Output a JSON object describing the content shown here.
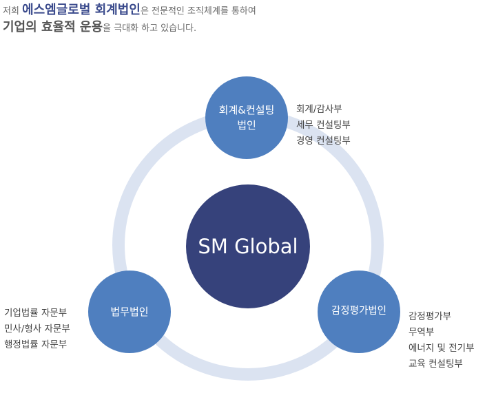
{
  "intro": {
    "line1_prefix": "저희 ",
    "line1_highlight": "에스엠글로벌 회계법인",
    "line1_suffix": "은 전문적인 조직체계를 통하여",
    "line2_highlight": "기업의 효율적 운용",
    "line2_suffix": "을 극대화 하고 있습니다."
  },
  "diagram": {
    "center_label": "SM Global",
    "nodes": {
      "top": {
        "label_line1": "회계&컨설팅",
        "label_line2": "법인",
        "departments": [
          "회계/감사부",
          "세무 컨설팅부",
          "경영 컨설팅부"
        ]
      },
      "left": {
        "label_line1": "법무법인",
        "departments": [
          "기업법률 자문부",
          "민사/형사 자문부",
          "행정법률 자문부"
        ]
      },
      "right": {
        "label_line1": "감정평가법인",
        "departments": [
          "감정평가부",
          "무역부",
          "에너지 및 전기부",
          "교육 컨설팅부"
        ]
      }
    },
    "colors": {
      "ring": "#dbe3f1",
      "node": "#4f7fbf",
      "center": "#36427b",
      "highlight_text": "#3a4a8c"
    }
  }
}
